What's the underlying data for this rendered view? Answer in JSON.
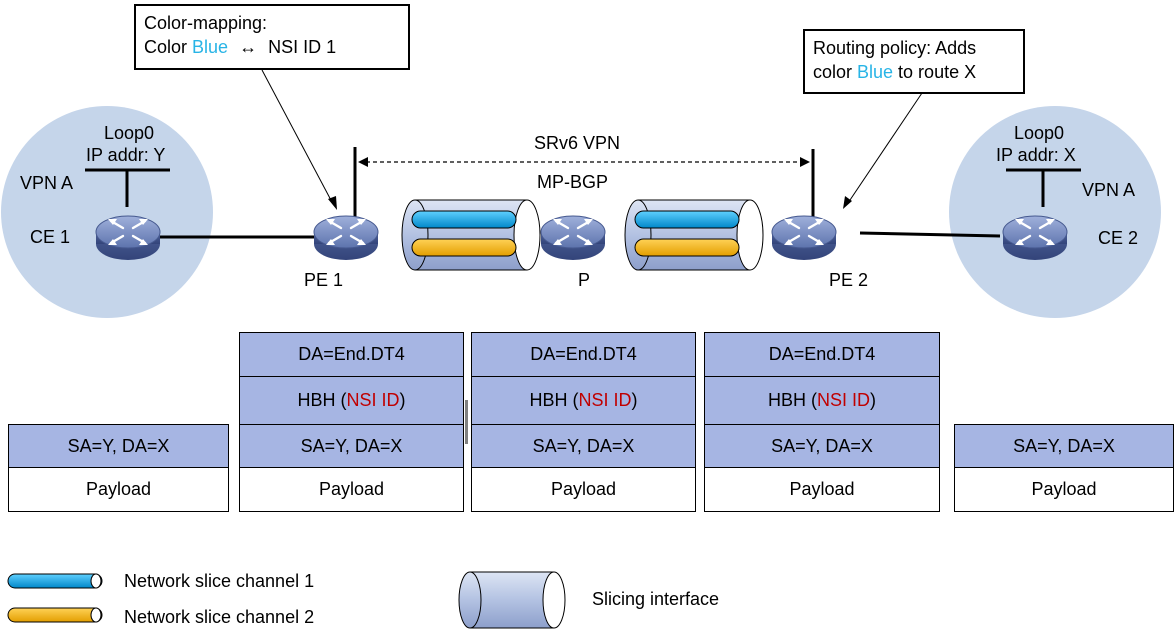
{
  "callouts": {
    "color_mapping": {
      "title": "Color-mapping:",
      "prefix": "Color ",
      "color_word": "Blue",
      "arrow": "↔",
      "target": "NSI ID 1"
    },
    "routing_policy": {
      "line1": "Routing policy: Adds",
      "prefix": "color ",
      "color_word": "Blue",
      "suffix": " to route X"
    }
  },
  "sites": {
    "left": {
      "loopback": "Loop0",
      "ip": "IP addr: Y",
      "vpn": "VPN A",
      "device": "CE 1"
    },
    "right": {
      "loopback": "Loop0",
      "ip": "IP addr: X",
      "vpn": "VPN A",
      "device": "CE 2"
    }
  },
  "backbone": {
    "pe1": "PE 1",
    "p": "P",
    "pe2": "PE 2",
    "srv6_vpn": "SRv6 VPN",
    "mp_bgp": "MP-BGP"
  },
  "packets": {
    "col_ce1": {
      "ip": "SA=Y, DA=X",
      "payload": "Payload"
    },
    "col_pe1_p": {
      "da": "DA=End.DT4",
      "hbh_prefix": "HBH (",
      "hbh_value": "NSI ID",
      "hbh_suffix": ")",
      "ip": "SA=Y, DA=X",
      "payload": "Payload"
    },
    "col_p": {
      "da": "DA=End.DT4",
      "hbh_prefix": "HBH (",
      "hbh_value": "NSI ID",
      "hbh_suffix": ")",
      "ip": "SA=Y, DA=X",
      "payload": "Payload"
    },
    "col_p_pe2": {
      "da": "DA=End.DT4",
      "hbh_prefix": "HBH (",
      "hbh_value": "NSI ID",
      "hbh_suffix": ")",
      "ip": "SA=Y, DA=X",
      "payload": "Payload"
    },
    "col_ce2": {
      "ip": "SA=Y, DA=X",
      "payload": "Payload"
    }
  },
  "legend": {
    "channel1": "Network slice channel 1",
    "channel2": "Network slice channel 2",
    "slicing_interface": "Slicing interface"
  },
  "colors": {
    "site_cloud": "#c5d5ea",
    "header_fill": "#a6b5e3",
    "channel1": "#00a0e9",
    "channel2": "#f5b400",
    "pipe": "#b7c6e4",
    "router": "#5a6fa8",
    "highlight_blue": "#28b4e6",
    "highlight_red": "#c00000"
  }
}
